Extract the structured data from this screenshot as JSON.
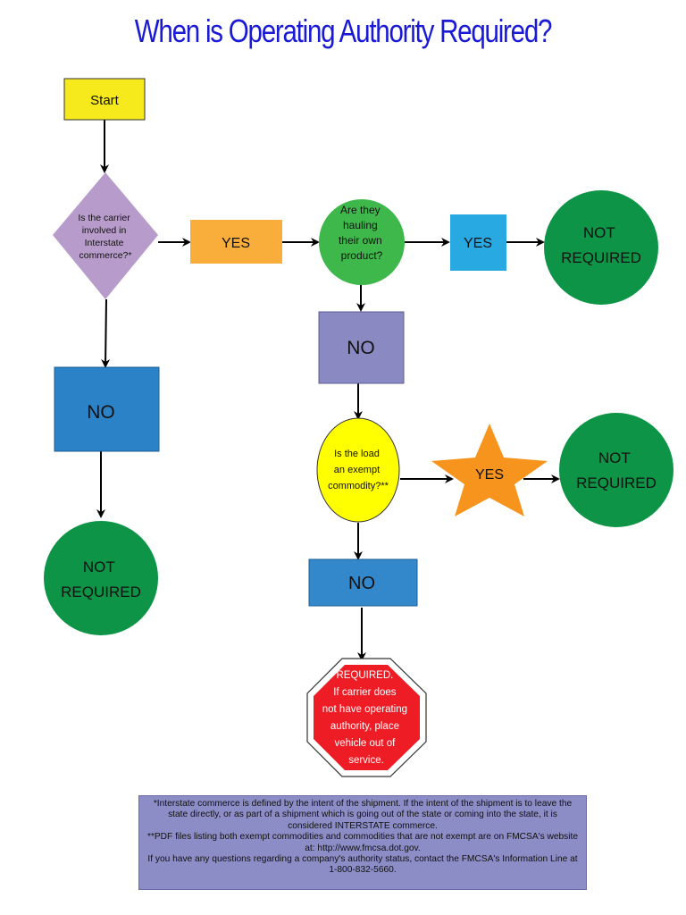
{
  "title": "When is Operating Authority Required?",
  "colors": {
    "title": "#1a1ad6",
    "start": "#f7ea1c",
    "decision_interstate": "#b79ccb",
    "yes_orange": "#f9ae3c",
    "decision_own_product": "#3fb84b",
    "yes_blue": "#29a9e1",
    "not_required": "#0d9447",
    "no_purple": "#8a89c2",
    "no_blue": "#2b82c6",
    "decision_exempt": "#ffff00",
    "yes_star": "#f7941d",
    "required_stop": "#ee1c25",
    "footnote_bg": "#8c8cc6"
  },
  "nodes": {
    "start": {
      "label": "Start"
    },
    "q_interstate": {
      "lines": [
        "Is the carrier",
        "involved in",
        "Interstate",
        "commerce?*"
      ]
    },
    "yes_interstate": {
      "label": "YES"
    },
    "q_own_product": {
      "lines": [
        "Are they",
        "hauling",
        "their own",
        "product?"
      ]
    },
    "yes_own_product": {
      "label": "YES"
    },
    "not_required_1": {
      "lines": [
        "NOT",
        "REQUIRED"
      ]
    },
    "no_interstate": {
      "label": "NO"
    },
    "not_required_left": {
      "lines": [
        "NOT",
        "REQUIRED"
      ]
    },
    "no_own_product": {
      "label": "NO"
    },
    "q_exempt": {
      "lines": [
        "Is the load",
        "an exempt",
        "commodity?**"
      ]
    },
    "yes_exempt": {
      "label": "YES"
    },
    "not_required_2": {
      "lines": [
        "NOT",
        "REQUIRED"
      ]
    },
    "no_exempt": {
      "label": "NO"
    },
    "required": {
      "lines": [
        "REQUIRED.",
        "If carrier does",
        "not have operating",
        "authority, place",
        "vehicle out of",
        "service."
      ]
    }
  },
  "footnote": [
    "*Interstate commerce is defined by the intent of the shipment.  If the intent of the shipment is to leave the state directly, or as part of a shipment which is going out of the state or coming into the state, it is considered INTERSTATE commerce.",
    "**PDF files listing both exempt commodities and commodities that are not exempt are on FMCSA's website at: http://www.fmcsa.dot.gov.",
    "If you have any questions regarding a company's authority status, contact the FMCSA's Information Line at 1-800-832-5660."
  ]
}
